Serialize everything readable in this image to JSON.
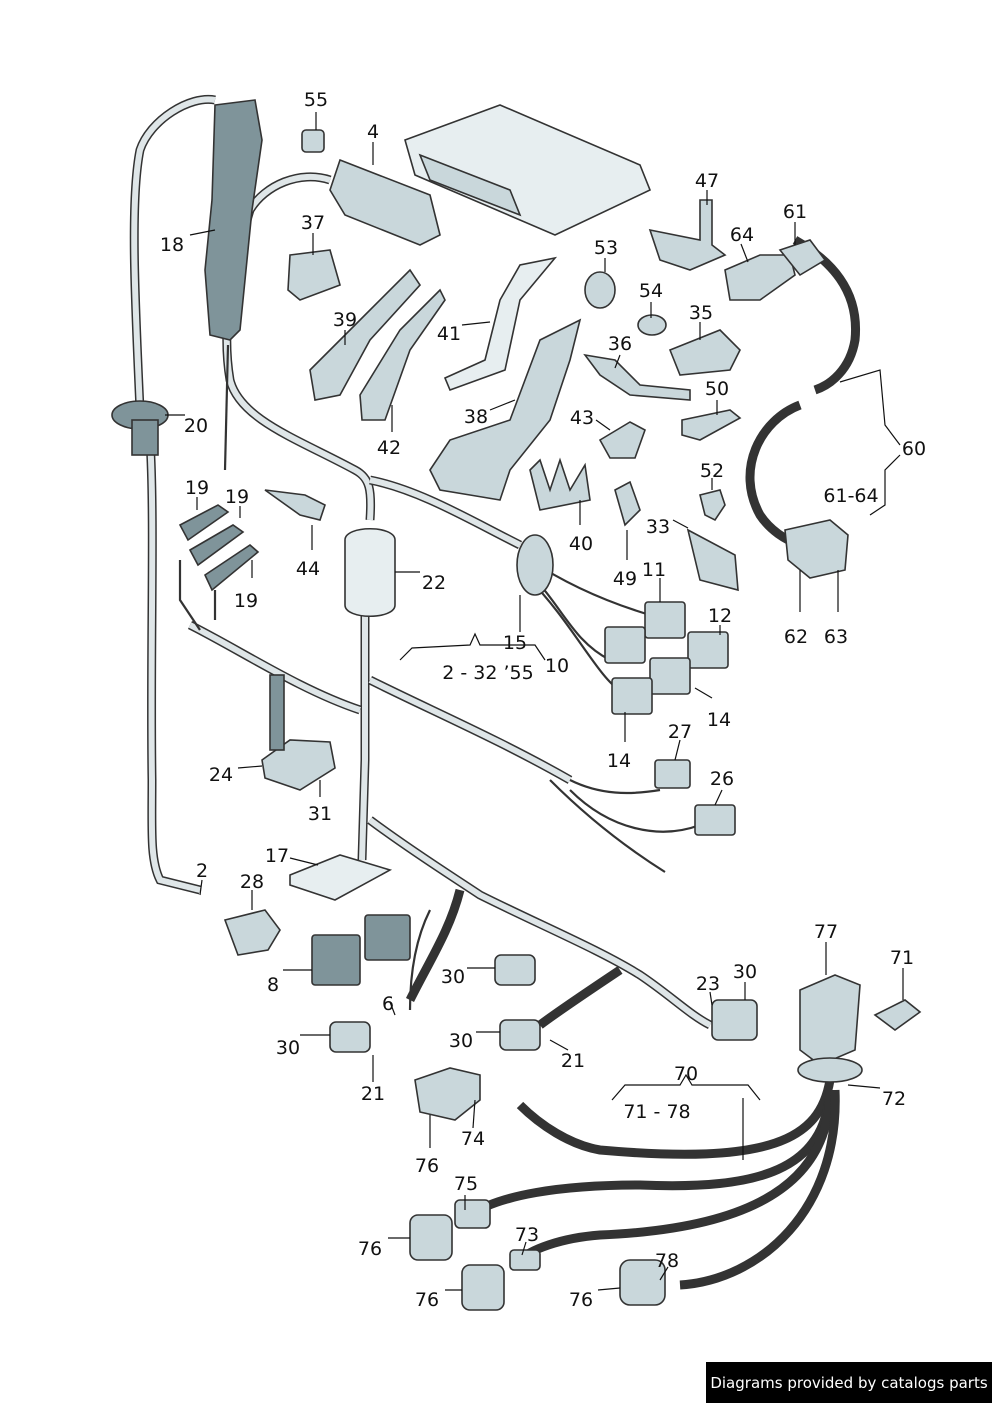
{
  "labels": {
    "l55": "55",
    "l4": "4",
    "l18": "18",
    "l37": "37",
    "l39": "39",
    "l41": "41",
    "l42": "42",
    "l38": "38",
    "l53": "53",
    "l54": "54",
    "l47": "47",
    "l64": "64",
    "l61": "61",
    "l35": "35",
    "l36": "36",
    "l50": "50",
    "l43": "43",
    "l60": "60",
    "l6164": "61-64",
    "l20": "20",
    "l19a": "19",
    "l19b": "19",
    "l19c": "19",
    "l44": "44",
    "l22": "22",
    "l40": "40",
    "l52": "52",
    "l33": "33",
    "l49": "49",
    "l11": "11",
    "l12": "12",
    "l15": "15",
    "l10": "10",
    "l232": "2 - 32 ’55",
    "l62": "62",
    "l63": "63",
    "l14a": "14",
    "l14b": "14",
    "l24": "24",
    "l31": "31",
    "l27": "27",
    "l26": "26",
    "l17": "17",
    "l2": "2",
    "l28": "28",
    "l8": "8",
    "l30a": "30",
    "l30b": "30",
    "l30c": "30",
    "l30d": "30",
    "l23": "23",
    "l6": "6",
    "l21a": "21",
    "l21b": "21",
    "l77": "77",
    "l71": "71",
    "l72": "72",
    "l70": "70",
    "l7178": "71 - 78",
    "l74": "74",
    "l76a": "76",
    "l76b": "76",
    "l76c": "76",
    "l76d": "76",
    "l75": "75",
    "l73": "73",
    "l78": "78"
  },
  "footer": {
    "credit": "Diagrams provided by catalogs parts"
  }
}
